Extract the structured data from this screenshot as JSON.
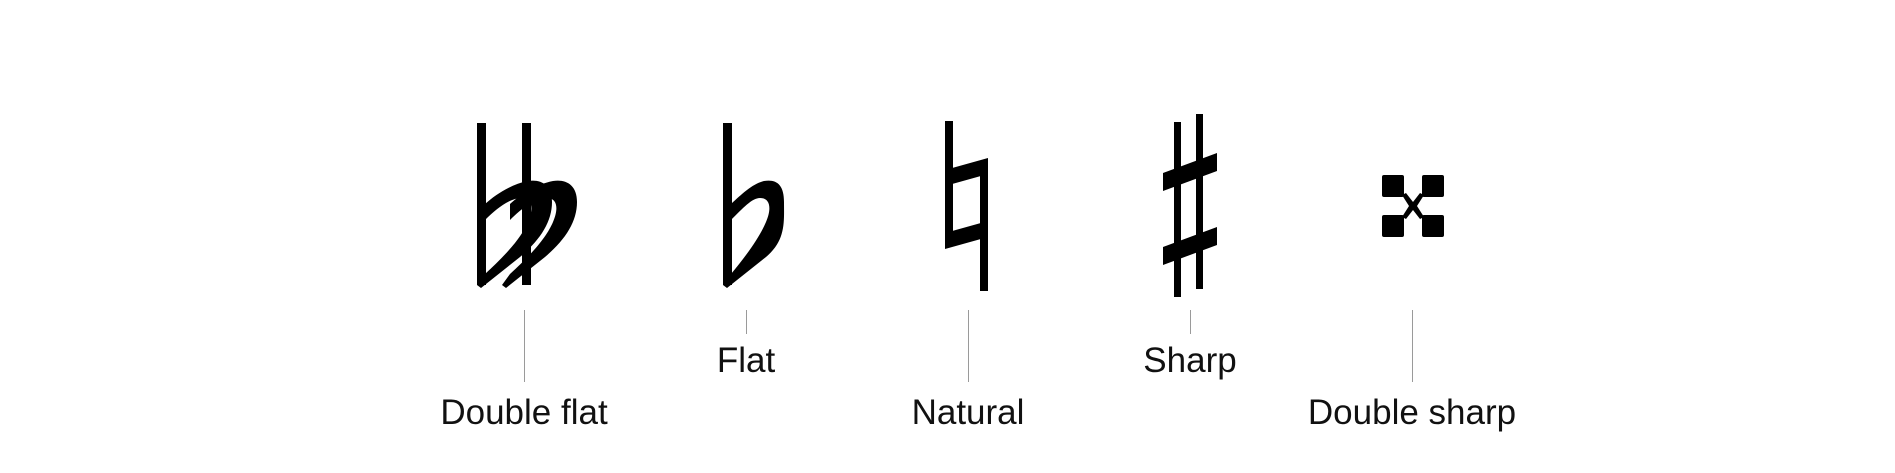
{
  "colors": {
    "ink": "#000000",
    "leader_line": "#9a9a9a",
    "label_text": "#111111",
    "background": "#ffffff"
  },
  "accidentals": [
    {
      "label": "Double flat",
      "icon": "double-flat-icon"
    },
    {
      "label": "Flat",
      "icon": "flat-icon"
    },
    {
      "label": "Natural",
      "icon": "natural-icon"
    },
    {
      "label": "Sharp",
      "icon": "sharp-icon"
    },
    {
      "label": "Double sharp",
      "icon": "double-sharp-icon"
    }
  ]
}
